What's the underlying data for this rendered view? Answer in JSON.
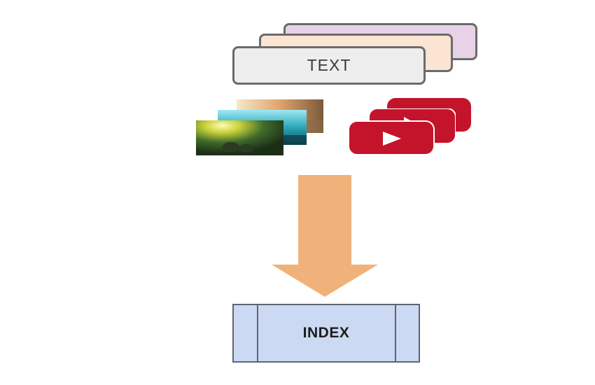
{
  "documents": {
    "label": "TEXT",
    "colors": [
      "#e8d2e8",
      "#fbe4d2",
      "#eeeeee"
    ]
  },
  "images": {
    "count": 3
  },
  "videos": {
    "count": 3,
    "color": "#c4142c",
    "icon": "play-icon"
  },
  "arrow": {
    "direction": "down",
    "color": "#f0b27a"
  },
  "index": {
    "label": "INDEX",
    "color": "#ccd9f3"
  }
}
